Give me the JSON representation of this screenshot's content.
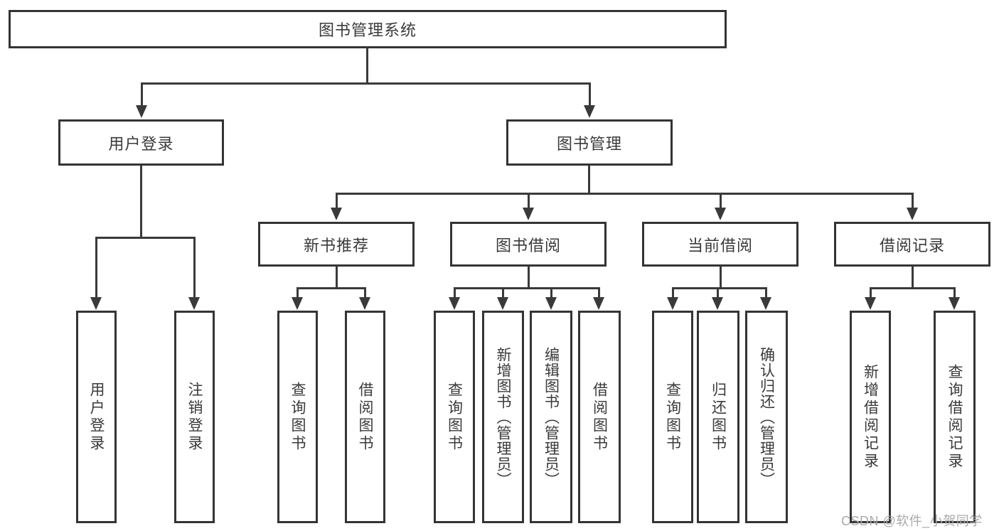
{
  "diagram": {
    "root": {
      "label": "图书管理系统"
    },
    "level2": {
      "user_login": {
        "label": "用户登录"
      },
      "book_management": {
        "label": "图书管理"
      }
    },
    "level3": {
      "new_book_rec": {
        "label": "新书推荐"
      },
      "book_borrow": {
        "label": "图书借阅"
      },
      "current_borrow": {
        "label": "当前借阅"
      },
      "borrow_records": {
        "label": "借阅记录"
      }
    },
    "leaves": {
      "user_login": {
        "label": "用户登录"
      },
      "logout": {
        "label": "注销登录"
      },
      "nb_query_books": {
        "label": "查询图书"
      },
      "nb_borrow_books": {
        "label": "借阅图书"
      },
      "bb_query_books": {
        "label": "查询图书"
      },
      "bb_add_books": {
        "label": "新增图书（管理员）"
      },
      "bb_edit_books": {
        "label": "编辑图书（管理员）"
      },
      "bb_borrow_books": {
        "label": "借阅图书"
      },
      "cb_query_books": {
        "label": "查询图书"
      },
      "cb_return_books": {
        "label": "归还图书"
      },
      "cb_confirm_return": {
        "label": "确认归还（管理员）"
      },
      "br_add_record": {
        "label": "新增借阅记录"
      },
      "br_query_record": {
        "label": "查询借阅记录"
      }
    }
  },
  "watermark": "CSDN @软件_小贺同学",
  "colors": {
    "line": "#3a3a3a",
    "box_border": "#343434",
    "text": "#3a3a3a",
    "watermark": "#aaaaaa",
    "background": "#ffffff"
  }
}
